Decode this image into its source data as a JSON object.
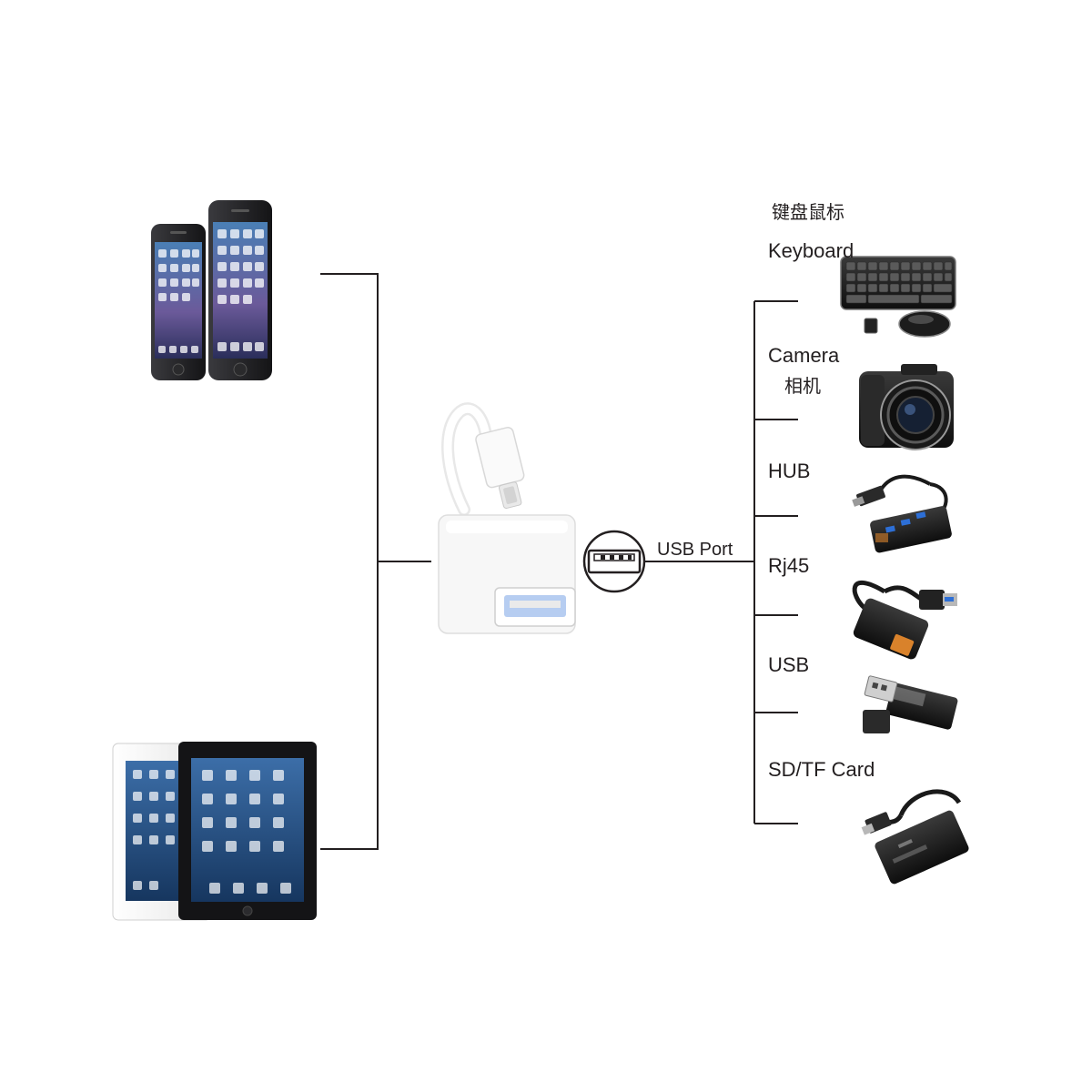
{
  "colors": {
    "line": "#231f20",
    "device_dark": "#1f1f22",
    "screen": "#2b5a8a",
    "adapter": "#f4f4f4",
    "accent_blue": "#2d6fd6",
    "rj45_orange": "#d9822b"
  },
  "adapter": {
    "port_label": "USB Port"
  },
  "sources": [
    {
      "icon": "iphone-pair-icon"
    },
    {
      "icon": "ipad-pair-icon"
    }
  ],
  "accessories": [
    {
      "label": "Keyboard",
      "label_cn": "键盘鼠标",
      "icon": "keyboard-mouse-icon"
    },
    {
      "label": "Camera",
      "label_cn": "相机",
      "icon": "camera-icon"
    },
    {
      "label": "HUB",
      "icon": "usb-hub-icon"
    },
    {
      "label": "Rj45",
      "icon": "rj45-adapter-icon"
    },
    {
      "label": "USB",
      "icon": "usb-flash-drive-icon"
    },
    {
      "label": "SD/TF Card",
      "icon": "card-reader-icon"
    }
  ]
}
